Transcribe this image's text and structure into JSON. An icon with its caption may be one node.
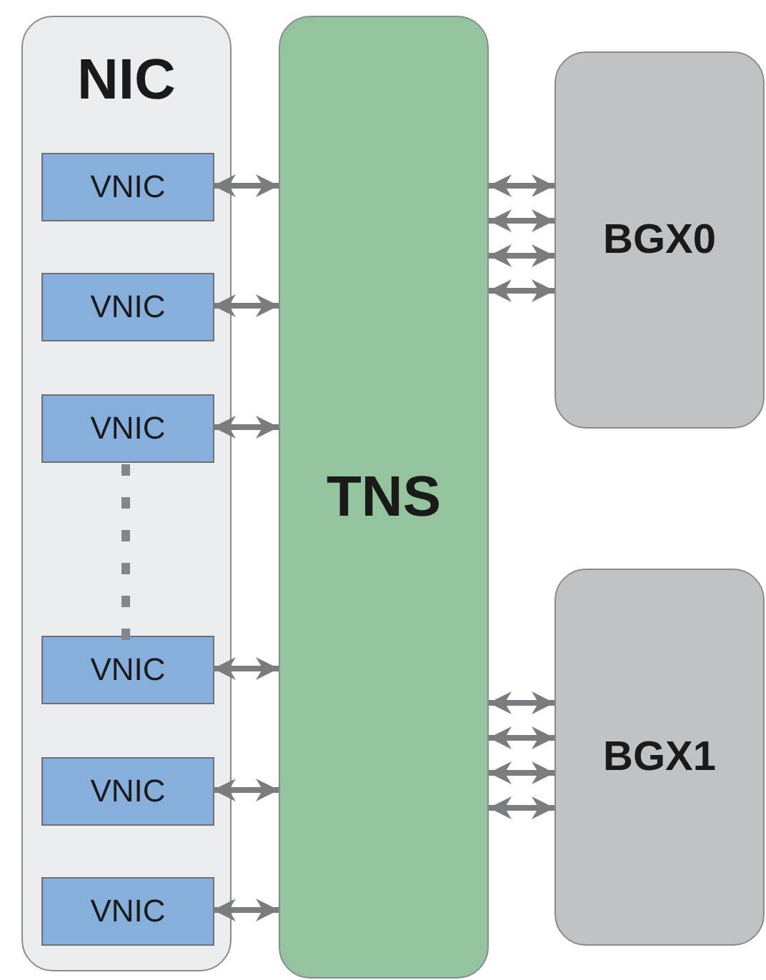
{
  "diagram": {
    "nodes": [
      {
        "text": [
          "NIC"
        ]
      },
      {
        "text": [
          "VNIC"
        ],
        "in": 0
      },
      {
        "text": [
          "VNIC"
        ],
        "in": 0
      },
      {
        "text": [
          "VNIC"
        ],
        "in": 0
      },
      {
        "text": [
          "VNIC"
        ],
        "in": 0
      },
      {
        "text": [
          "VNIC"
        ],
        "in": 0
      },
      {
        "text": [
          "VNIC"
        ],
        "in": 0
      },
      {
        "text": [
          "TNS"
        ]
      },
      {
        "text": [
          "BGX0"
        ]
      },
      {
        "text": [
          "BGX1"
        ]
      }
    ],
    "edges": [
      {
        "from": 1,
        "to": 7,
        "arrow": "both"
      },
      {
        "from": 2,
        "to": 7,
        "arrow": "both"
      },
      {
        "from": 3,
        "to": 7,
        "arrow": "both"
      },
      {
        "from": 4,
        "to": 7,
        "arrow": "both"
      },
      {
        "from": 5,
        "to": 7,
        "arrow": "both"
      },
      {
        "from": 6,
        "to": 7,
        "arrow": "both"
      },
      {
        "from": 7,
        "to": 8,
        "arrow": "both"
      },
      {
        "from": 7,
        "to": 8,
        "arrow": "both"
      },
      {
        "from": 7,
        "to": 8,
        "arrow": "both"
      },
      {
        "from": 7,
        "to": 8,
        "arrow": "both"
      },
      {
        "from": 7,
        "to": 9,
        "arrow": "both"
      },
      {
        "from": 7,
        "to": 9,
        "arrow": "both"
      },
      {
        "from": 7,
        "to": 9,
        "arrow": "both"
      },
      {
        "from": 7,
        "to": 9,
        "arrow": "both"
      }
    ]
  }
}
